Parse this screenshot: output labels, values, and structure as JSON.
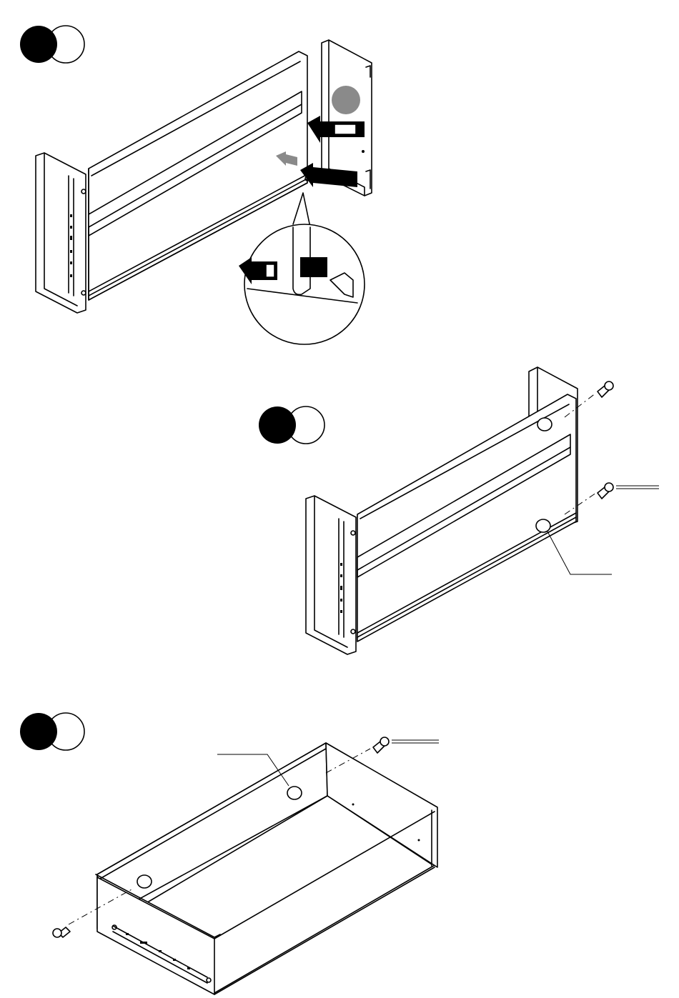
{
  "steps": [
    {
      "id": "step-a",
      "badge_colors": [
        "#000000",
        "#ffffff"
      ]
    },
    {
      "id": "step-b",
      "badge_colors": [
        "#000000",
        "#ffffff"
      ]
    },
    {
      "id": "step-c",
      "badge_colors": [
        "#000000",
        "#ffffff"
      ]
    }
  ],
  "colors": {
    "line": "#000000",
    "marker_gray": "#8a8a8a",
    "background": "#ffffff"
  },
  "icons": [
    "arrow-icon",
    "screw-icon",
    "cam-lock-icon",
    "magnifier-callout-icon"
  ]
}
